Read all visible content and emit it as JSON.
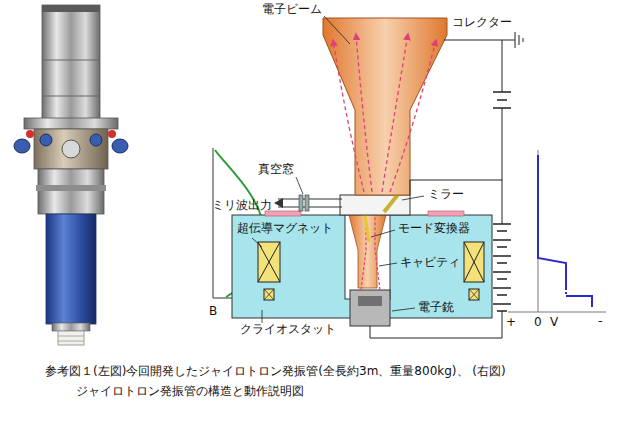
{
  "diagram": {
    "caption": "参考図１(左図)今回開発したジャイロトロン発振管(全長約3m、重量800kg)、 (右図) ジャイロトロン発振管の構造と動作説明図",
    "labels": [
      "電子ビーム",
      "コレクター",
      "真空窓",
      "ミリ波出力",
      "ミラー",
      "超伝導マグネット",
      "モード変換器",
      "キャビティ",
      "電子銃",
      "B",
      "クライオスタット",
      "+",
      "0",
      "V",
      "-"
    ]
  }
}
